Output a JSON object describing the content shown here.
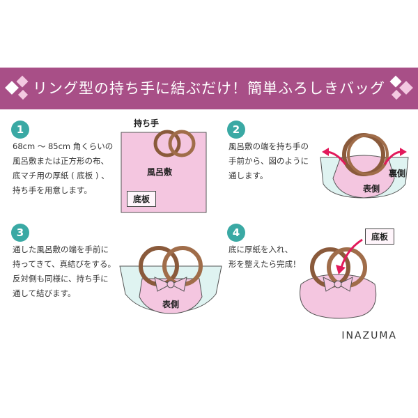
{
  "title": "リング型の持ち手に結ぶだけ！簡単ふろしきバッグ",
  "brand": "INAZUMA",
  "colors": {
    "banner": "#a84f87",
    "step_badge": "#3aa9a4",
    "cloth": "#f4c6e0",
    "inner_cloth": "#dff3f1",
    "handle": "#8a5a3b",
    "arrow": "#e2195b"
  },
  "steps": [
    {
      "number": "1",
      "lines": [
        "68cm 〜 85cm 角くらいの",
        "風呂敷または正方形の布、",
        "底マチ用の厚紙 ( 底板 ) 、",
        "持ち手を用意します。"
      ],
      "labels": {
        "handle": "持ち手",
        "cloth": "風呂敷",
        "board": "底板"
      }
    },
    {
      "number": "2",
      "lines": [
        "風呂敷の端を持ち手の",
        "手前から、図のように",
        "通します。"
      ],
      "labels": {
        "inside": "裏側",
        "outside": "表側"
      }
    },
    {
      "number": "3",
      "lines": [
        "通した風呂敷の端を手前に",
        "持ってきて、真結びをする。",
        "反対側も同様に、持ち手に",
        "通して結びます。"
      ],
      "labels": {
        "outside": "表側"
      }
    },
    {
      "number": "4",
      "lines": [
        "底に厚紙を入れ、",
        "形を整えたら完成！"
      ],
      "labels": {
        "board": "底板"
      }
    }
  ]
}
